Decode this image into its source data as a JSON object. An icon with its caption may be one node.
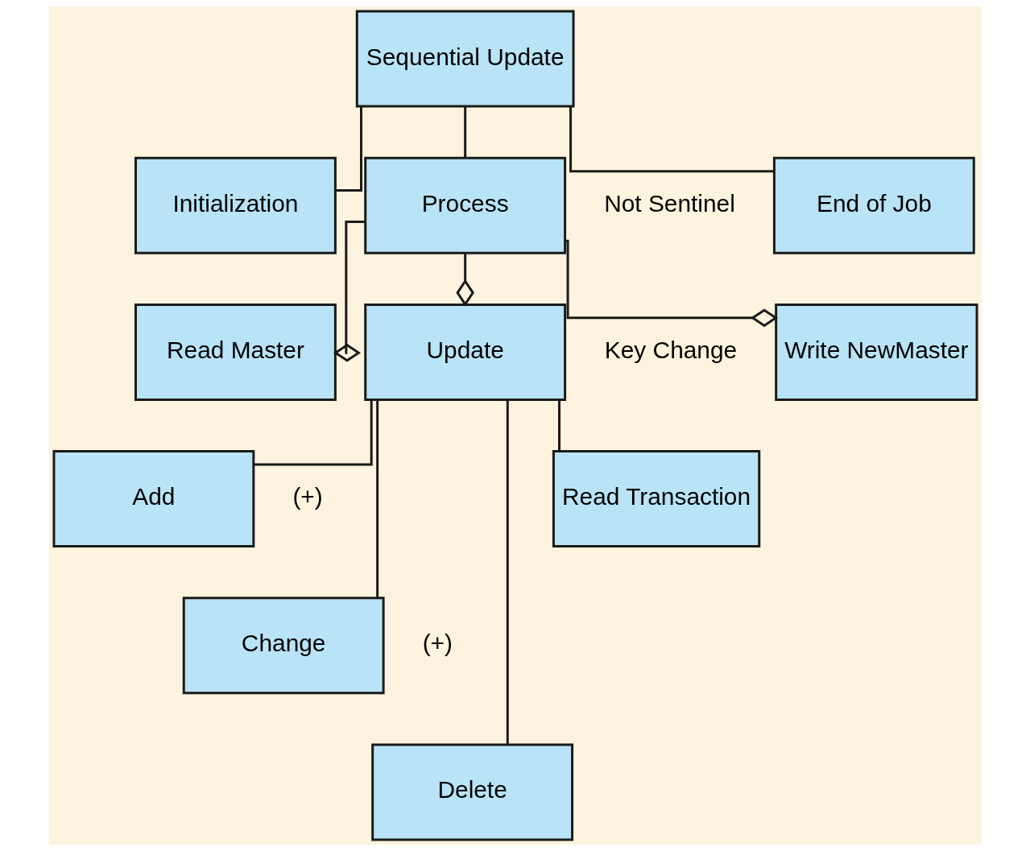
{
  "diagram": {
    "nodes": [
      {
        "text": [
          "Sequential Update"
        ]
      },
      {
        "text": [
          "Initialization"
        ]
      },
      {
        "text": [
          "Process"
        ]
      },
      {
        "text": [
          "End of Job"
        ]
      },
      {
        "text": [
          "Read Master"
        ]
      },
      {
        "text": [
          "Update"
        ]
      },
      {
        "text": [
          "Write NewMaster"
        ]
      },
      {
        "text": [
          "Add"
        ]
      },
      {
        "text": [
          "Change"
        ]
      },
      {
        "text": [
          "Delete"
        ]
      },
      {
        "text": [
          "Read Transaction"
        ]
      }
    ],
    "edges": [
      {
        "from": 0,
        "to": 1,
        "arrow": "none"
      },
      {
        "from": 0,
        "to": 2,
        "arrow": "none"
      },
      {
        "from": 0,
        "to": 3,
        "arrow": "none"
      },
      {
        "from": 2,
        "to": 4,
        "arrow": "other"
      },
      {
        "from": 2,
        "to": 5,
        "arrow": "other"
      },
      {
        "from": 2,
        "to": 6,
        "arrow": "other"
      },
      {
        "from": 5,
        "to": 7,
        "arrow": "none"
      },
      {
        "from": 5,
        "to": 8,
        "arrow": "none"
      },
      {
        "from": 5,
        "to": 9,
        "arrow": "none"
      },
      {
        "from": 5,
        "to": 10,
        "arrow": "none"
      }
    ],
    "labels": [
      "Not Sentinel",
      "Key Change",
      "(+)",
      "(+)"
    ]
  }
}
